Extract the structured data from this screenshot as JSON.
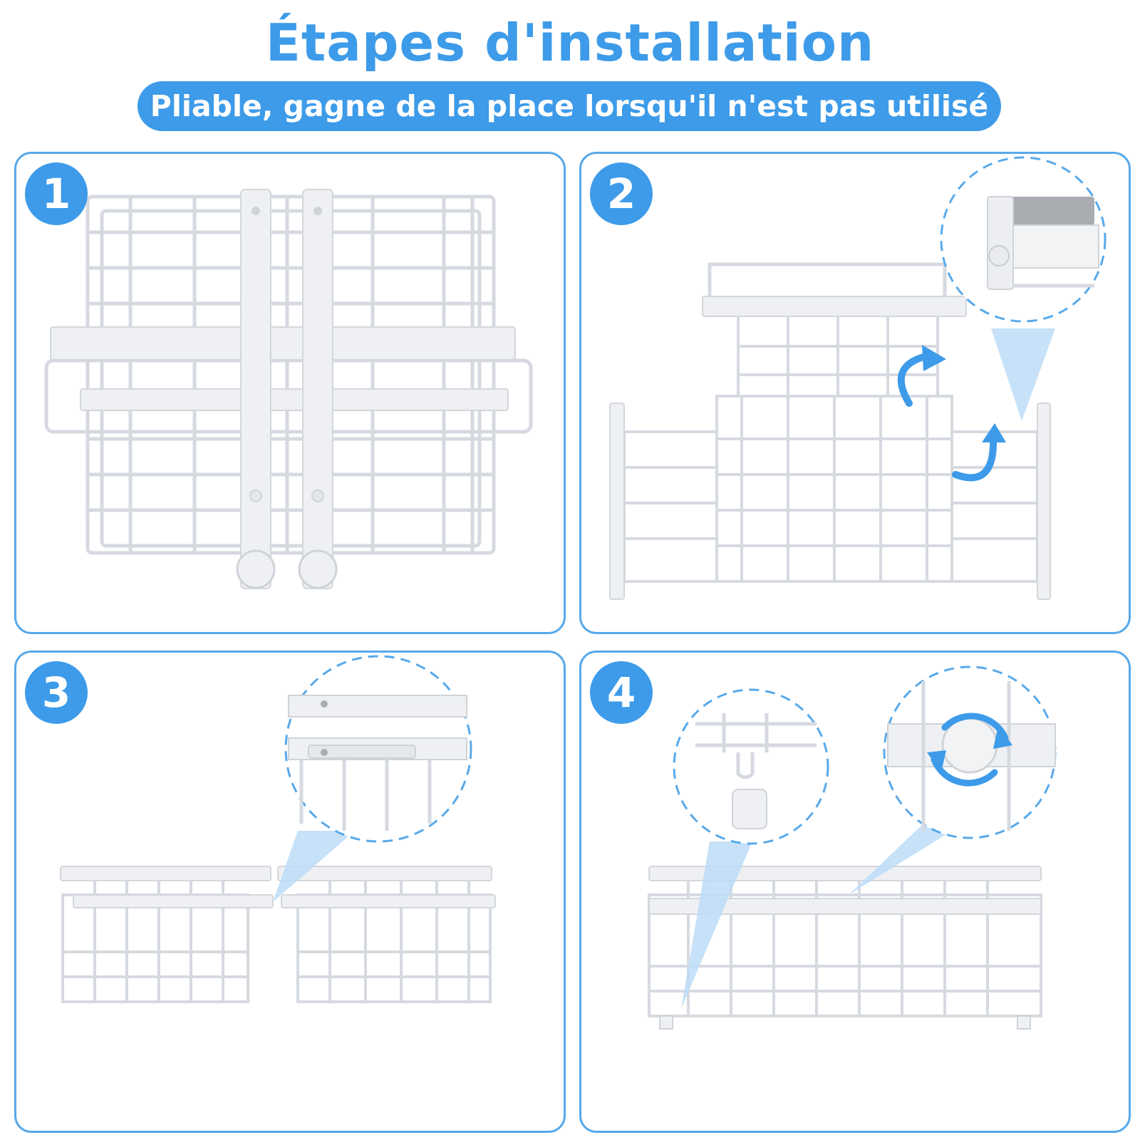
{
  "header": {
    "title": "Étapes d'installation",
    "subtitle": "Pliable, gagne de la place lorsqu'il n'est pas utilisé"
  },
  "steps": [
    {
      "number": "1"
    },
    {
      "number": "2"
    },
    {
      "number": "3"
    },
    {
      "number": "4"
    }
  ],
  "colors": {
    "accent": "#3d9be9",
    "panel_border": "#58a9ea",
    "wire": "#d9dde2",
    "wire_dark": "#c3c8ce",
    "arrow": "#3d9be9",
    "highlight_beam": "#bcdcf7"
  },
  "icons": [
    "rotate-arrow-icon",
    "rotate-arrow-icon",
    "clockwise-rotate-icon"
  ]
}
